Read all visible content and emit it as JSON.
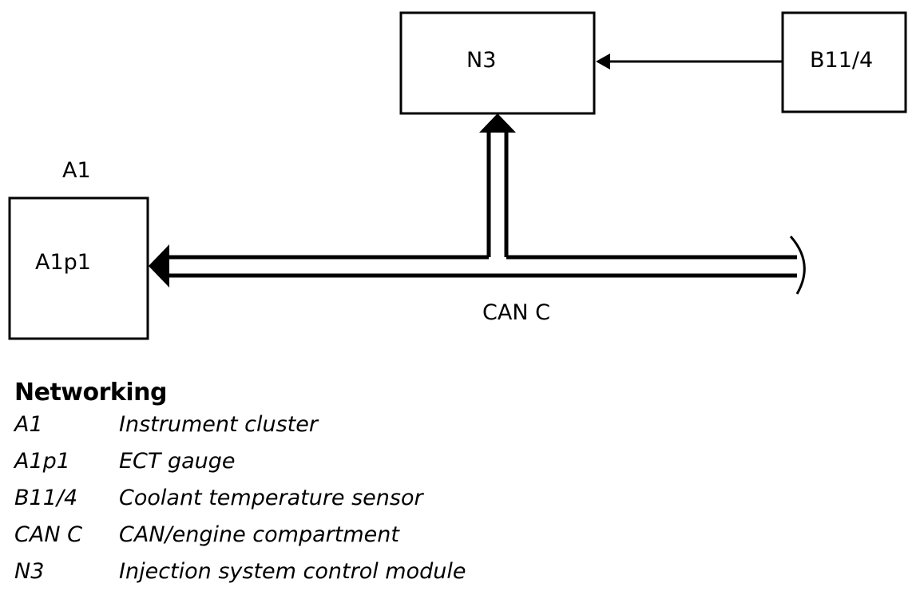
{
  "diagram": {
    "nodes": {
      "n3": "N3",
      "b11_4": "B11/4",
      "a1": "A1",
      "a1p1": "A1p1"
    },
    "bus_label": "CAN C"
  },
  "legend": {
    "title": "Networking",
    "items": [
      {
        "code": "A1",
        "description": "Instrument cluster"
      },
      {
        "code": "A1p1",
        "description": "ECT gauge"
      },
      {
        "code": "B11/4",
        "description": "Coolant temperature sensor"
      },
      {
        "code": "CAN C",
        "description": "CAN/engine compartment"
      },
      {
        "code": "N3",
        "description": "Injection system control module"
      }
    ]
  }
}
